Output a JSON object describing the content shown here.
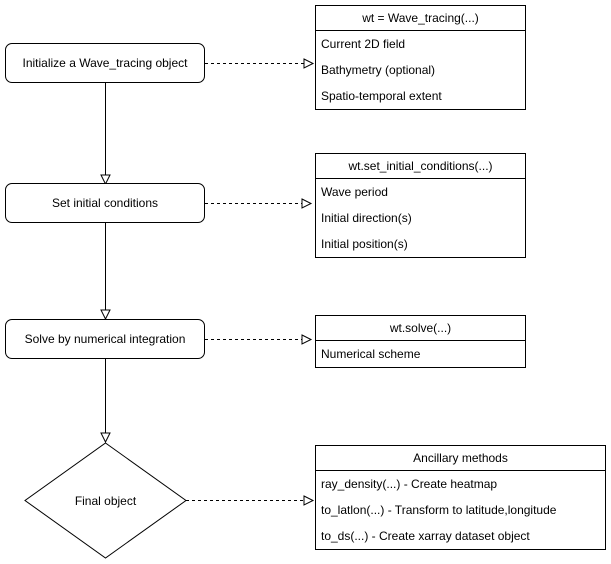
{
  "steps": {
    "init": "Initialize a Wave_tracing object",
    "conditions": "Set initial conditions",
    "solve": "Solve by numerical integration",
    "final": "Final object"
  },
  "classes": {
    "wave_tracing": {
      "header": "wt = Wave_tracing(...)",
      "items": [
        "Current 2D field",
        "Bathymetry (optional)",
        "Spatio-temporal extent"
      ]
    },
    "set_initial_conditions": {
      "header": "wt.set_initial_conditions(...)",
      "items": [
        "Wave period",
        "Initial direction(s)",
        "Initial position(s)"
      ]
    },
    "solve": {
      "header": "wt.solve(...)",
      "items": [
        "Numerical scheme"
      ]
    },
    "ancillary": {
      "header": "Ancillary methods",
      "items": [
        "ray_density(...) - Create heatmap",
        "to_latlon(...) - Transform to latitude,longitude",
        "to_ds(...) - Create xarray dataset object"
      ]
    }
  }
}
